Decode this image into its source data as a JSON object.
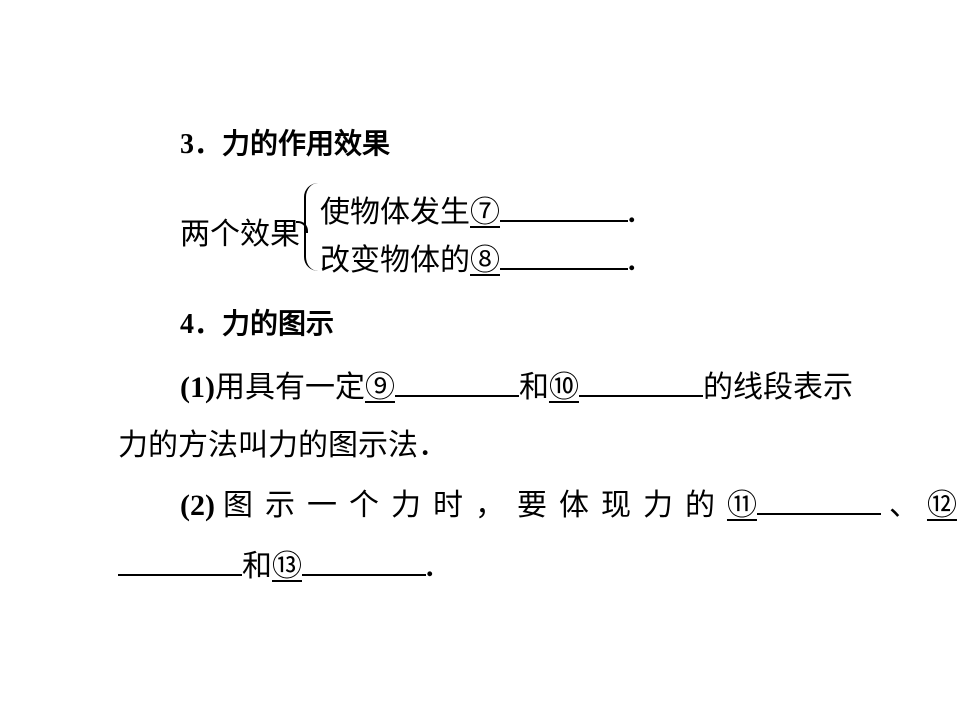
{
  "section3": {
    "number": "3．",
    "title": "力的作用效果"
  },
  "effects": {
    "label": "两个效果",
    "item1_text": "使物体发生",
    "item1_mark": "⑦",
    "item1_end": ".",
    "item2_text": "改变物体的",
    "item2_mark": "⑧",
    "item2_end": "."
  },
  "section4": {
    "number": "4．",
    "title": "力的图示"
  },
  "para1": {
    "num": "(1)",
    "text_a": "用具有一定",
    "mark9": "⑨",
    "text_b": "和",
    "mark10": "⑩",
    "text_c": "的线段表示",
    "line2": "力的方法叫力的图示法．"
  },
  "para2": {
    "num": "(2)",
    "text_a": "图示一个力时，要体现力的",
    "mark11": "⑪",
    "text_b": "、",
    "mark12": "⑫",
    "text_c": "和",
    "mark13": "⑬",
    "text_end": "."
  }
}
